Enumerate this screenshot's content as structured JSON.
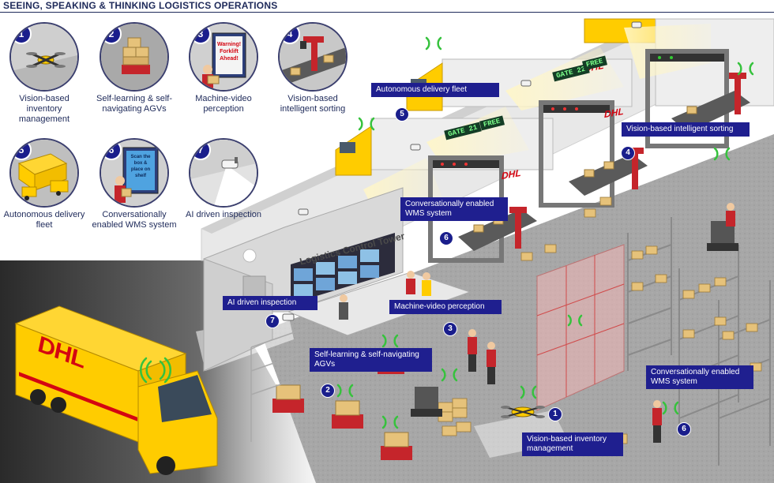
{
  "title": "SEEING, SPEAKING & THINKING LOGISTICS OPERATIONS",
  "legend": [
    {
      "num": "1",
      "label": "Vision-based inventory management",
      "icon": "drone-icon"
    },
    {
      "num": "2",
      "label": "Self-learning & self-navigating AGVs",
      "icon": "agv-icon"
    },
    {
      "num": "3",
      "label": "Machine-video perception",
      "icon": "video-screen-icon"
    },
    {
      "num": "4",
      "label": "Vision-based intelligent sorting",
      "icon": "robot-arm-icon"
    },
    {
      "num": "5",
      "label": "Autonomous delivery fleet",
      "icon": "truck-fleet-icon"
    },
    {
      "num": "6",
      "label": "Conversationally enabled WMS system",
      "icon": "tablet-icon"
    },
    {
      "num": "7",
      "label": "AI driven inspection",
      "icon": "camera-icon"
    }
  ],
  "screens": {
    "machine_video": "Warning! Forklift Ahead!",
    "wms": "Scan the box & place on shelf"
  },
  "scene": {
    "tower_label": "Logistics Control Tower",
    "gate_21": "GATE 21",
    "gate_22": "GATE 22",
    "gate_status": "FREE",
    "brand": "DHL"
  },
  "callouts": [
    {
      "num": "5",
      "label": "Autonomous delivery fleet"
    },
    {
      "num": "4",
      "label": "Vision-based intelligent sorting"
    },
    {
      "num": "6",
      "label": "Conversationally enabled WMS system"
    },
    {
      "num": "7",
      "label": "AI driven inspection"
    },
    {
      "num": "3",
      "label": "Machine-video perception"
    },
    {
      "num": "2",
      "label": "Self-learning & self-navigating AGVs"
    },
    {
      "num": "6",
      "label": "Conversationally enabled WMS system"
    },
    {
      "num": "1",
      "label": "Vision-based inventory management"
    }
  ],
  "colors": {
    "navy": "#1f1f8f",
    "dhl_yellow": "#ffcc00",
    "dhl_red": "#d40511",
    "floor": "#a9a9a9",
    "wall": "#e6e6e6",
    "signal_green": "#36c23d"
  }
}
